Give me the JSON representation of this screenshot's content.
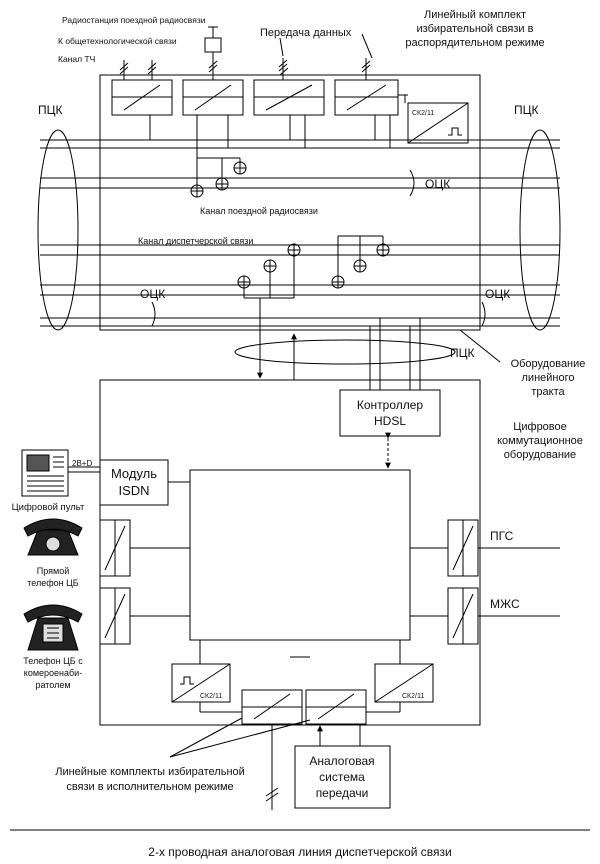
{
  "labels": {
    "radio_top": "Радиостанция поездной радиосвязи",
    "k_obshchetech": "К общетехнологической связи",
    "kanal_tch": "Канал ТЧ",
    "peredacha": "Передача данных",
    "line_kit_top_1": "Линейный комплект",
    "line_kit_top_2": "избирательной связи в",
    "line_kit_top_3": "распорядительном режиме",
    "ptsk_left": "ПЦК",
    "ptsk_right": "ПЦК",
    "ock_right_upper": "ОЦК",
    "kanal_poezd": "Канал поездной радиосвязи",
    "kanal_disp": "Канал диспетчерской связи",
    "ock_left_lower": "ОЦК",
    "ock_right_lower": "ОЦК",
    "ptsk_bottom": "ПЦК",
    "oborud_1": "Оборудование",
    "oborud_2": "линейного",
    "oborud_3": "тракта",
    "controller_1": "Контроллер",
    "controller_2": "HDSL",
    "digital_1": "Цифровое",
    "digital_2": "коммутационное",
    "digital_3": "оборудование",
    "isdn_1": "Модуль",
    "isdn_2": "ISDN",
    "digital_console": "Цифровой пульт",
    "iface_2b_d": "2B+D",
    "phone1_1": "Прямой",
    "phone1_2": "телефон ЦБ",
    "phone2_1": "Телефон ЦБ с",
    "phone2_2": "комероенаби-",
    "phone2_3": "ратолем",
    "pgs": "ПГС",
    "mzhs": "МЖС",
    "ck_top": "СК2/11",
    "ck_left": "СК2/11",
    "ck_right": "СК2/11",
    "analog_1": "Аналоговая",
    "analog_2": "система",
    "analog_3": "передачи",
    "line_kit_bot_1": "Линейные комплекты избирательной",
    "line_kit_bot_2": "связи в исполнительном режиме",
    "bottom_title": "2-х проводная аналоговая линия диспетчерской связи"
  }
}
